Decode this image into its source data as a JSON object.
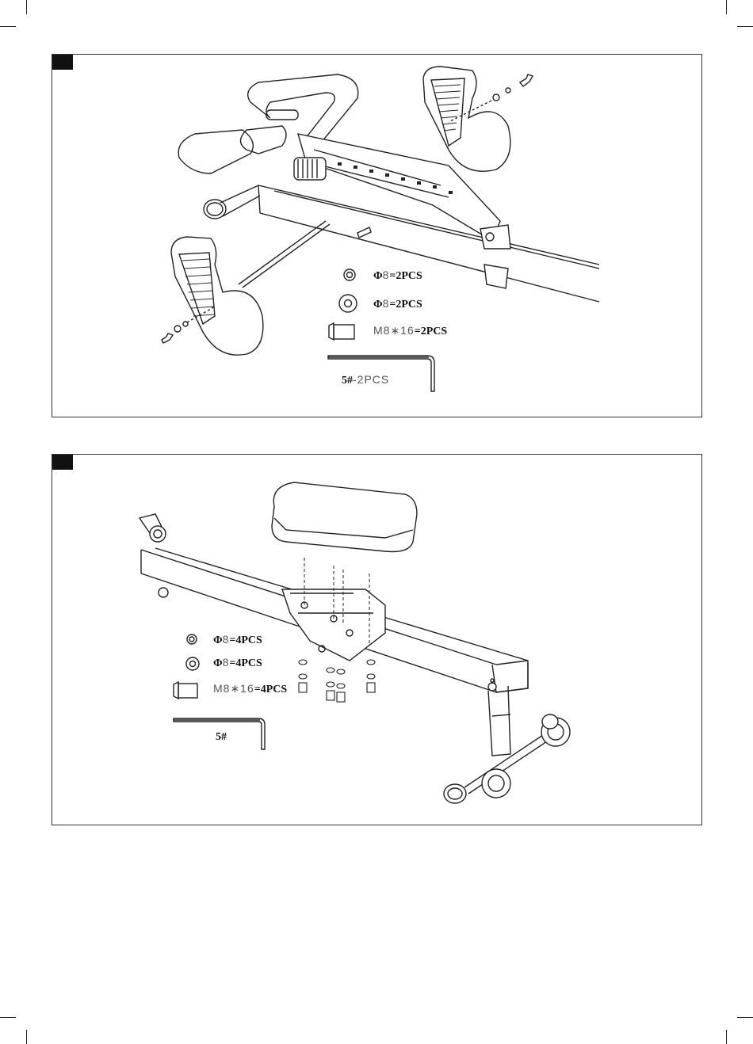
{
  "steps": [
    {
      "parts": [
        {
          "icon": "small-washer-icon",
          "size_prefix": "Φ",
          "size_value": "8",
          "qty": "=2PCS"
        },
        {
          "icon": "large-washer-icon",
          "size_prefix": "Φ",
          "size_value": "8",
          "qty": "=2PCS"
        },
        {
          "icon": "bolt-icon",
          "size_prefix": "",
          "size_value": "M8∗16",
          "qty": "=2PCS"
        }
      ],
      "tool": {
        "icon": "allen-key-icon",
        "size": "5#",
        "qty": "-2PCS"
      }
    },
    {
      "parts": [
        {
          "icon": "small-washer-icon",
          "size_prefix": "Φ",
          "size_value": "8",
          "qty": "=4PCS"
        },
        {
          "icon": "large-washer-icon",
          "size_prefix": "Φ",
          "size_value": "8",
          "qty": "=4PCS"
        },
        {
          "icon": "bolt-icon",
          "size_prefix": "",
          "size_value": "M8∗16",
          "qty": "=4PCS"
        }
      ],
      "tool": {
        "icon": "allen-key-icon",
        "size": "5#",
        "qty": ""
      }
    }
  ]
}
